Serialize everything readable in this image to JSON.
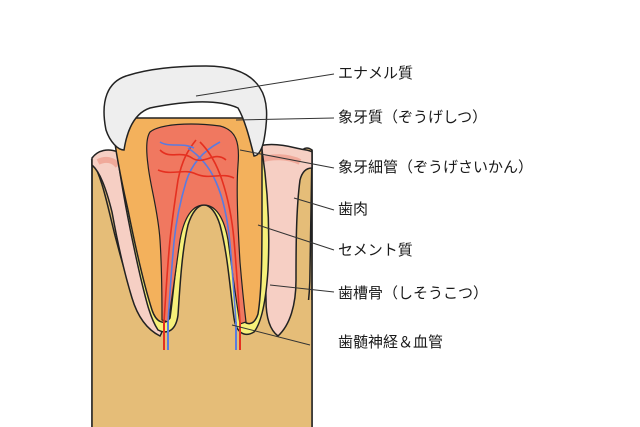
{
  "labels": {
    "enamel": "エナメル質",
    "dentin": "象牙質（ぞうげしつ）",
    "dentinal_tubules": "象牙細管（ぞうげさいかん）",
    "gingiva": "歯肉",
    "cementum": "セメント質",
    "alveolar_bone": "歯槽骨（しそうこつ）",
    "pulp": "歯髄神経＆血管"
  },
  "colors": {
    "bone": "#e5bd78",
    "gum": "#f6cfc4",
    "gum_dark": "#f0a99a",
    "enamel": "#eeeeee",
    "dentin": "#f3b15c",
    "pulp": "#f07860",
    "cementum": "#f6f07a",
    "vessel": "#e53020",
    "nerve": "#5a7be0",
    "outline": "#222222"
  }
}
